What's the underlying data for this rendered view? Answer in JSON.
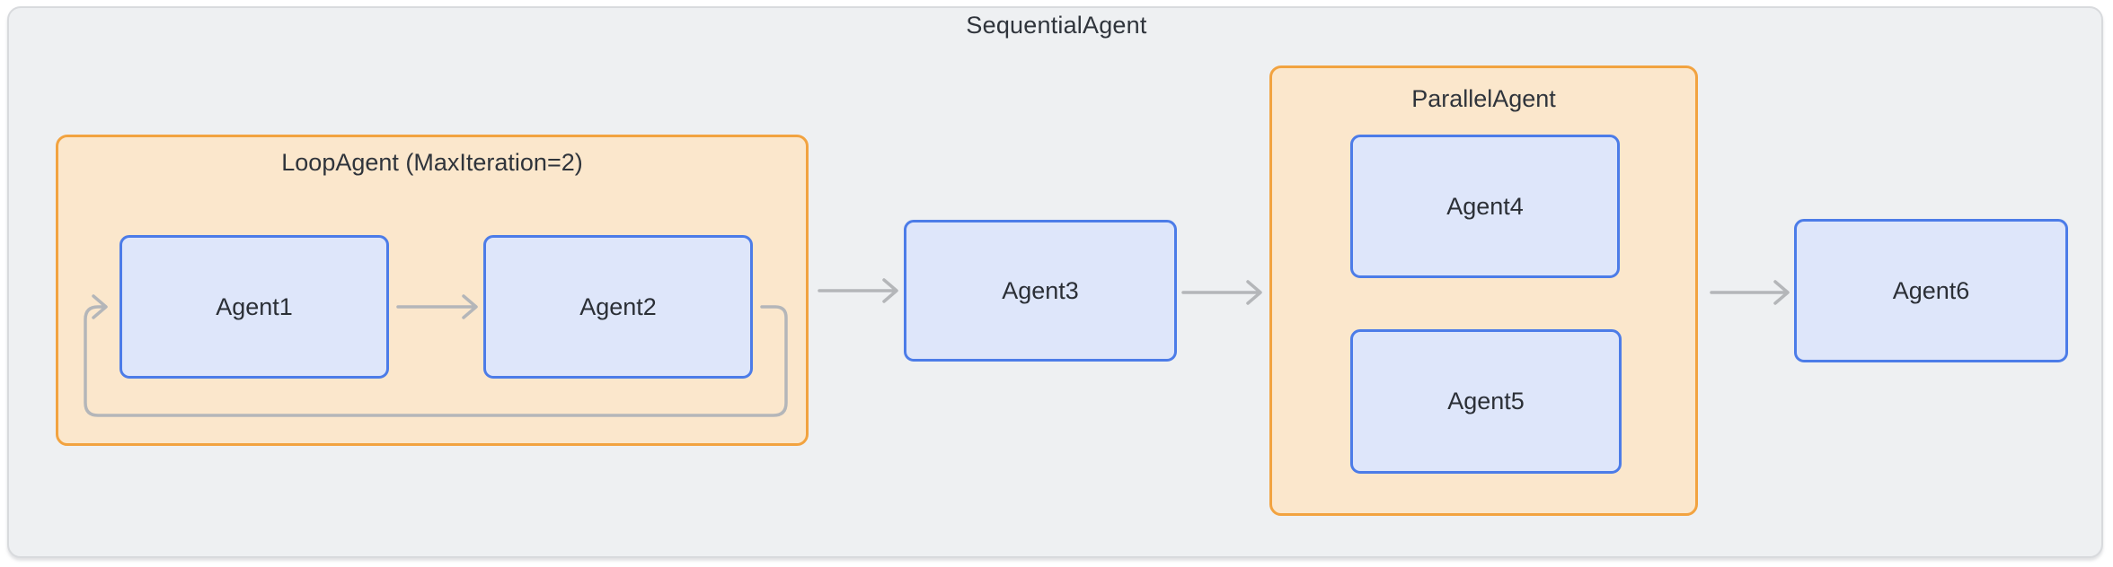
{
  "diagram": {
    "title": "SequentialAgent",
    "groups": {
      "loop": {
        "label": "LoopAgent (MaxIteration=2)",
        "type": "LoopAgent"
      },
      "parallel": {
        "label": "ParallelAgent",
        "type": "ParallelAgent"
      }
    },
    "nodes": [
      {
        "id": "agent1",
        "label": "Agent1",
        "container": "LoopAgent"
      },
      {
        "id": "agent2",
        "label": "Agent2",
        "container": "LoopAgent"
      },
      {
        "id": "agent3",
        "label": "Agent3",
        "container": "SequentialAgent"
      },
      {
        "id": "agent4",
        "label": "Agent4",
        "container": "ParallelAgent"
      },
      {
        "id": "agent5",
        "label": "Agent5",
        "container": "ParallelAgent"
      },
      {
        "id": "agent6",
        "label": "Agent6",
        "container": "SequentialAgent"
      }
    ],
    "edges": [
      {
        "from": "Agent1",
        "to": "Agent2",
        "style": "arrow"
      },
      {
        "from": "Agent2",
        "to": "Agent1",
        "style": "loop-return"
      },
      {
        "from": "LoopAgent",
        "to": "Agent3",
        "style": "arrow"
      },
      {
        "from": "Agent3",
        "to": "ParallelAgent",
        "style": "arrow"
      },
      {
        "from": "ParallelAgent",
        "to": "Agent6",
        "style": "arrow"
      }
    ],
    "colors": {
      "page_bg": "#FFFFFF",
      "container_fill": "#EEF0F2",
      "container_border": "#D8DADD",
      "group_fill": "#FBE7CC",
      "group_border": "#F2A340",
      "node_fill": "#DEE6FA",
      "node_border": "#4C7CE8",
      "arrow": "#B4B6B9",
      "text": "#2B2F36"
    }
  }
}
